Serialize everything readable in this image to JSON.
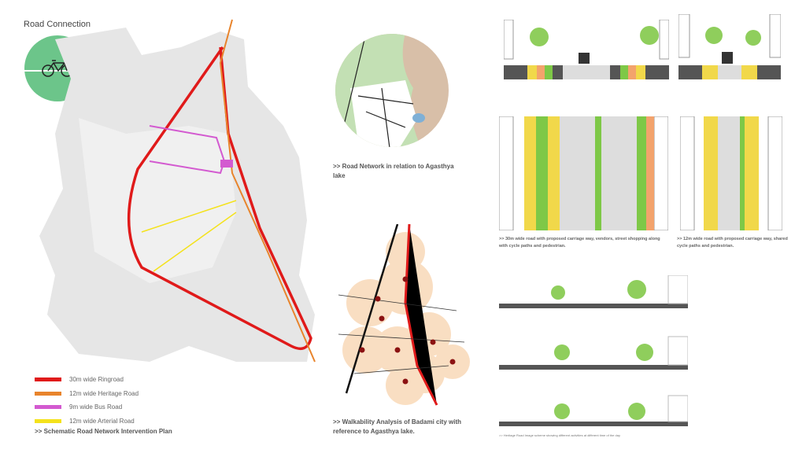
{
  "title": "Road Connection",
  "icons": {
    "badge": "bicycle-icon"
  },
  "legend": [
    {
      "label": "30m wide Ringroad",
      "color": "#e01a1a"
    },
    {
      "label": "12m wide Heritage Road",
      "color": "#e8842c"
    },
    {
      "label": "9m wide Bus Road",
      "color": "#d35ad0"
    },
    {
      "label": "12m wide Arterial Road",
      "color": "#f4e21c"
    }
  ],
  "captions": {
    "plan": ">> Schematic Road Network Intervention Plan",
    "lake": ">> Road Network in relation to Agasthya lake",
    "walk": ">> Walkability Analysis of Badami city with reference to Agasthya lake.",
    "sec30": ">> 30m wide road with proposed carriage way, vendors, street shopping along with cycle paths and pedestrian.",
    "sec12": ">> 12m wide road with proposed carriage way, shared cycle paths and pedestrian.",
    "heritage": ">> Heritage Road Image scheme showing different activities at different time of the day"
  }
}
